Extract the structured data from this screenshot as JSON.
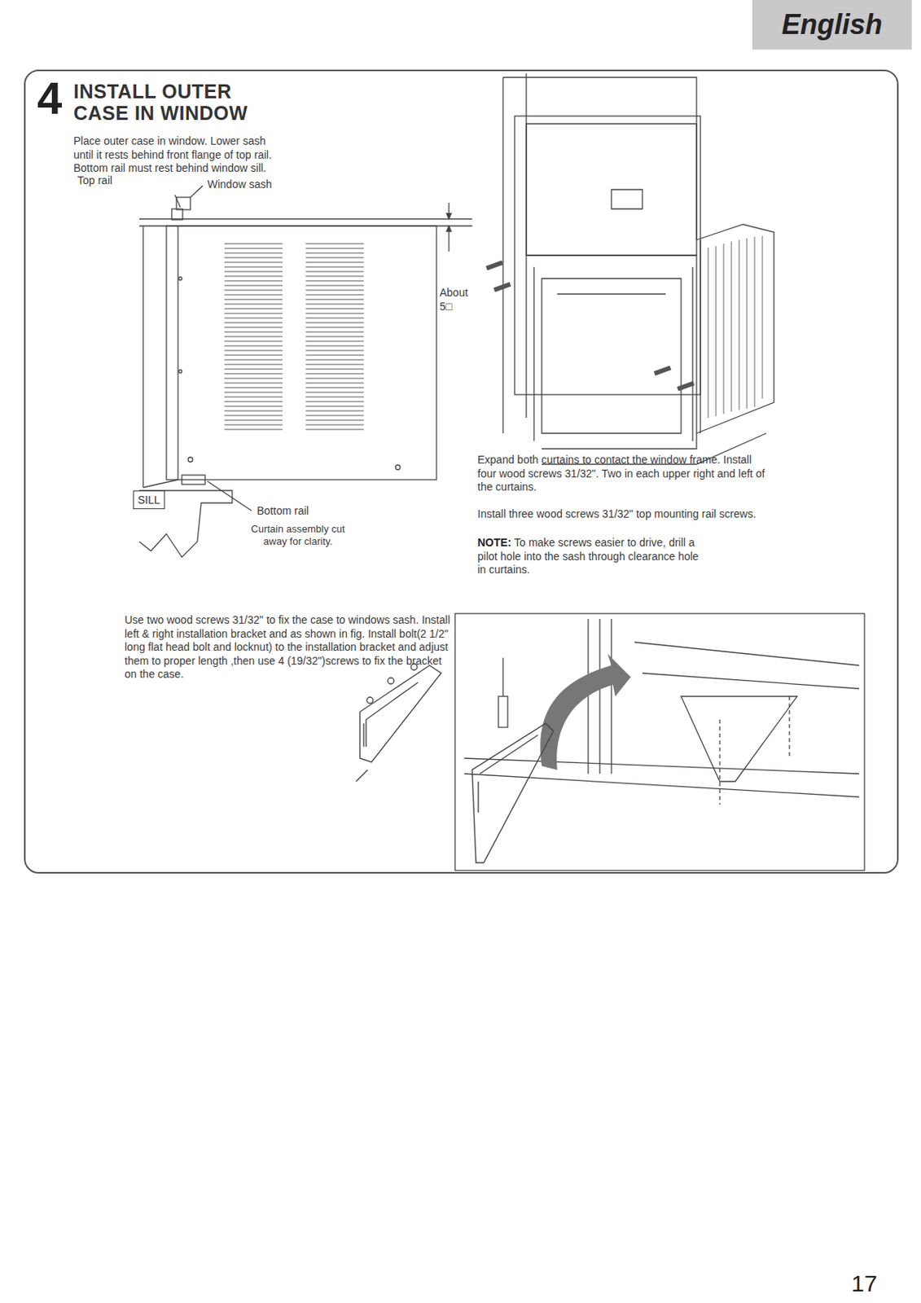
{
  "diagram": {
    "title": "INSTALL OUTER CASE IN WINDOW",
    "nodes": [
      {
        "text": [
          "English"
        ]
      },
      {
        "text": [
          "SILL"
        ]
      }
    ],
    "labels": [
      "4",
      "Place outer case in window. Lower sash until it rests behind front flange of top rail. Bottom rail must rest behind window sill.",
      "Top rail",
      "Window sash",
      "About",
      "5□",
      "Bottom rail",
      "Curtain assembly cut away for clarity.",
      "Use two wood screws 31/32\" to fix the case to windows sash. Install left & right installation bracket and as shown in fig. Install bolt(2 1/2\" long flat head bolt and locknut) to the installation bracket and adjust them to proper length ,then use 4 (19/32\")screws to fix the bracket on the case.",
      "Expand both curtains to contact the window frame. Install four wood screws 31/32\". Two in each upper right and left of the curtains.",
      "Install three wood screws 31/32\" top mounting rail screws.",
      "NOTE:",
      "To make screws easier to drive, drill a pilot hole into the sash through clearance hole in curtains.",
      "17"
    ]
  }
}
